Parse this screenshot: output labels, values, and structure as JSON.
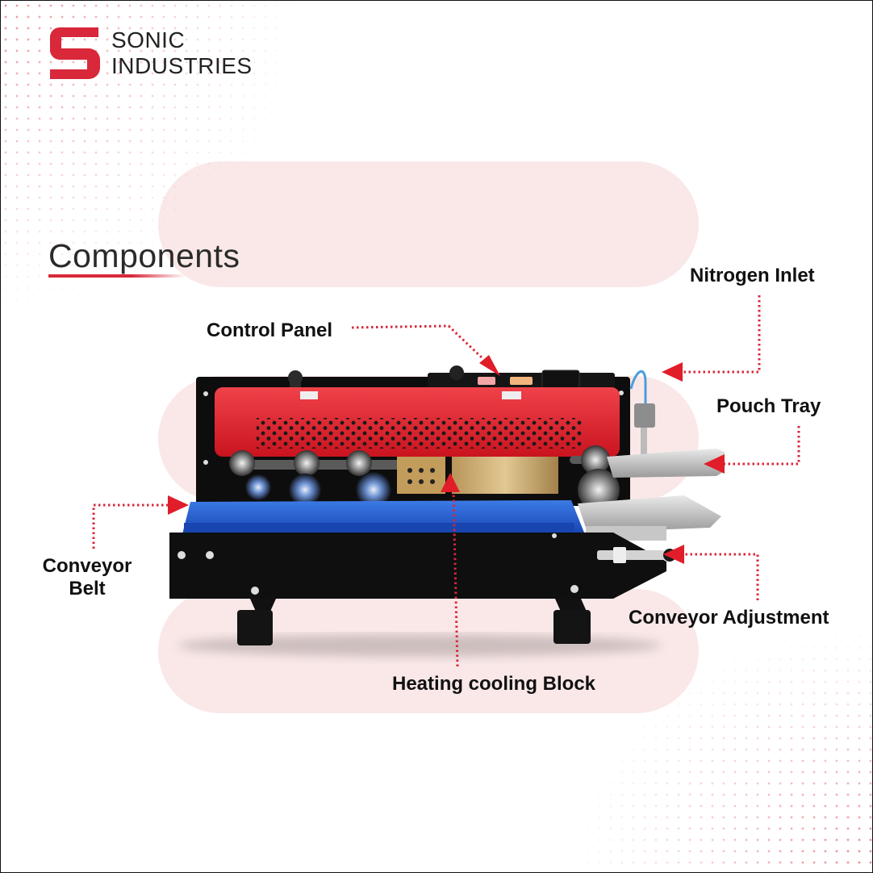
{
  "brand": {
    "line1": "SONIC",
    "line2": "INDUSTRIES"
  },
  "title": "Components",
  "colors": {
    "accent": "#d8283a",
    "belt": "#1f55c8",
    "cover": "#e02a33",
    "body": "#101010"
  },
  "labels": {
    "control_panel": "Control Panel",
    "nitrogen_inlet": "Nitrogen Inlet",
    "pouch_tray": "Pouch Tray",
    "conveyor_belt_line1": "Conveyor",
    "conveyor_belt_line2": "Belt",
    "conveyor_adjustment": "Conveyor Adjustment",
    "heating_cooling_block": "Heating cooling Block"
  }
}
